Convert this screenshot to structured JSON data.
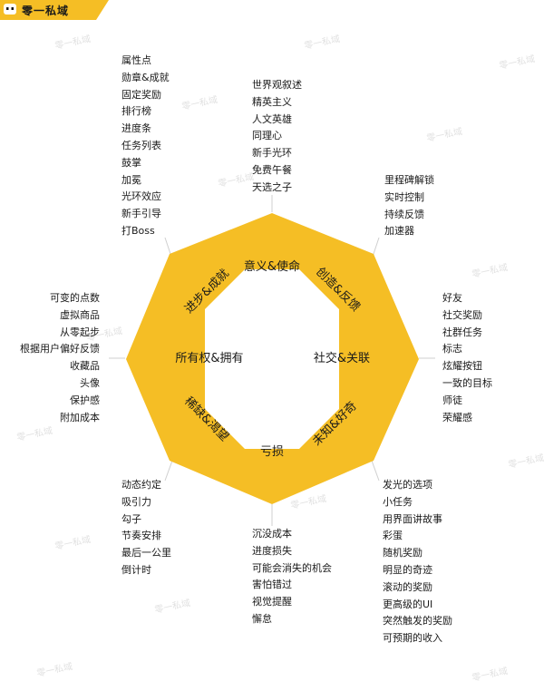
{
  "brand": "零一私域",
  "watermark": "零一私域",
  "colors": {
    "accent": "#f5be25",
    "line": "#cfcfcf"
  },
  "octagon": {
    "labels": {
      "top": "意义&使命",
      "top_right": "创造&反馈",
      "right": "社交&关联",
      "bottom_right": "未知&好奇",
      "bottom": "亏损",
      "bottom_left": "稀缺&渴望",
      "left": "所有权&拥有",
      "top_left": "进步&成就"
    }
  },
  "lists": {
    "top_left": [
      "属性点",
      "勋章&成就",
      "固定奖励",
      "排行榜",
      "进度条",
      "任务列表",
      "鼓掌",
      "加冕",
      "光环效应",
      "新手引导",
      "打Boss"
    ],
    "top": [
      "世界观叙述",
      "精英主义",
      "人文英雄",
      "同理心",
      "新手光环",
      "免费午餐",
      "天选之子"
    ],
    "top_right": [
      "里程碑解锁",
      "实时控制",
      "持续反馈",
      "加速器"
    ],
    "right": [
      "好友",
      "社交奖励",
      "社群任务",
      "标志",
      "炫耀按钮",
      "一致的目标",
      "师徒",
      "荣耀感"
    ],
    "bottom_right": [
      "发光的选项",
      "小任务",
      "用界面讲故事",
      "彩蛋",
      "随机奖励",
      "明显的奇迹",
      "滚动的奖励",
      "更高级的UI",
      "突然触发的奖励",
      "可预期的收入"
    ],
    "bottom": [
      "沉没成本",
      "进度损失",
      "可能会消失的机会",
      "害怕错过",
      "视觉提醒",
      "懈怠"
    ],
    "bottom_left": [
      "动态约定",
      "吸引力",
      "勾子",
      "节奏安排",
      "最后一公里",
      "倒计时"
    ],
    "left": [
      "可变的点数",
      "虚拟商品",
      "从零起步",
      "根据用户偏好反馈",
      "收藏品",
      "头像",
      "保护感",
      "附加成本"
    ]
  }
}
